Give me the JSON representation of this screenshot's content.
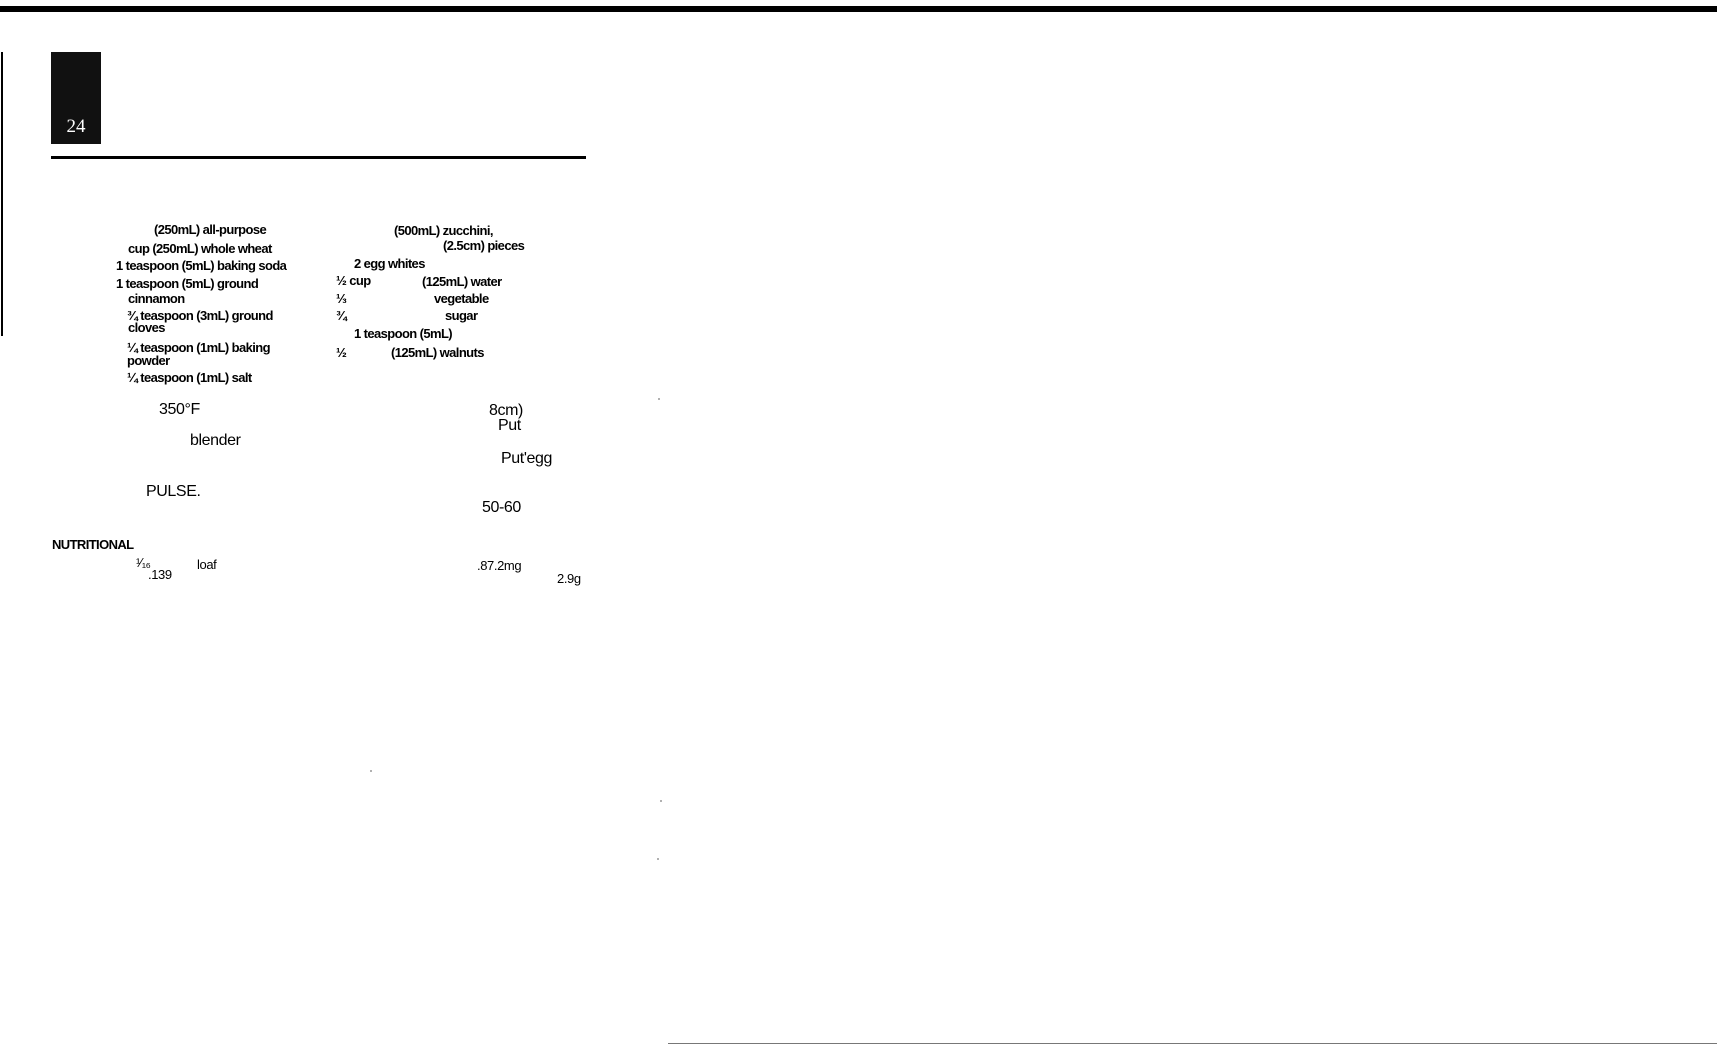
{
  "page": {
    "number": "24"
  },
  "ingredients_left": [
    "(250mL) all-purpose",
    "cup (250mL) whole wheat",
    "1 teaspoon (5mL) baking soda",
    "1 teaspoon (5mL) ground",
    "cinnamon",
    "¾ teaspoon (3mL) ground",
    "cloves",
    "¼ teaspoon (1mL) baking",
    "powder",
    "¼ teaspoon (1mL) salt"
  ],
  "ingredients_right": [
    "(500mL) zucchini,",
    "(2.5cm) pieces",
    "2 egg whites",
    "½ cup",
    "(125mL) water",
    "⅓",
    "vegetable",
    "¾",
    "sugar",
    "1 teaspoon (5mL)",
    "½",
    "(125mL) walnuts"
  ],
  "directions": {
    "temperature": "350°F",
    "blender": "blender",
    "pulse": "PULSE.",
    "size": "8cm)",
    "put1": "Put",
    "put_egg": "Put'egg",
    "time": "50-60"
  },
  "nutrition": {
    "heading": "NUTRITIONAL",
    "fraction": "¹⁄₁₆",
    "value_139": ".139",
    "loaf": "loaf",
    "value_mg": ".87.2mg",
    "value_g": "2.9g"
  }
}
